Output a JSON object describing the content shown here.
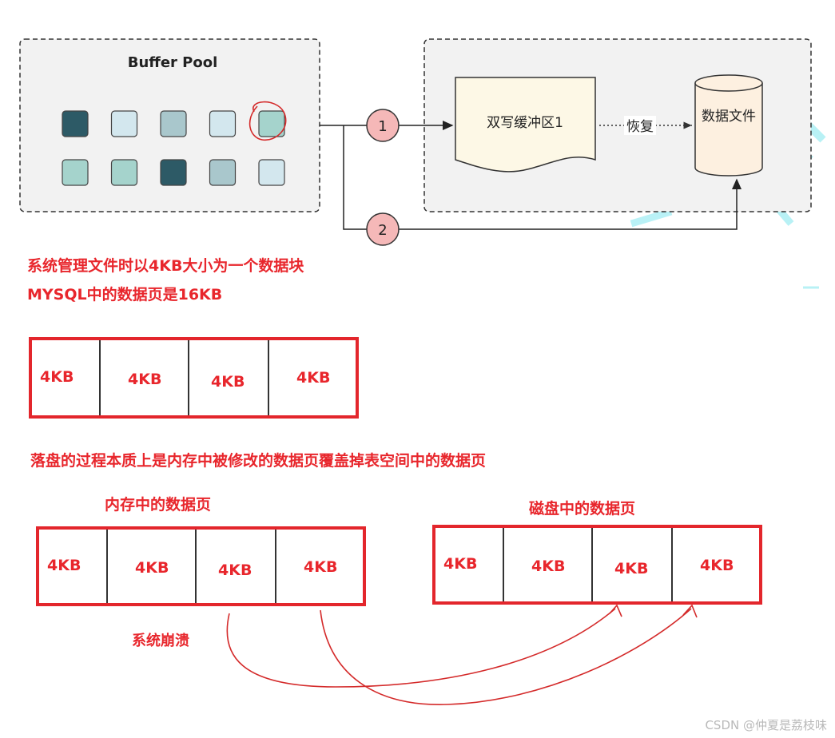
{
  "buffer_pool": {
    "title": "Buffer Pool",
    "pages": [
      {
        "row": 0,
        "col": 0,
        "color": "#2d5a66"
      },
      {
        "row": 0,
        "col": 1,
        "color": "#d3e7ee"
      },
      {
        "row": 0,
        "col": 2,
        "color": "#a9c7cc"
      },
      {
        "row": 0,
        "col": 3,
        "color": "#d3e7ee"
      },
      {
        "row": 0,
        "col": 4,
        "color": "#a5d3cc",
        "circled": true
      },
      {
        "row": 1,
        "col": 0,
        "color": "#a5d3cc"
      },
      {
        "row": 1,
        "col": 1,
        "color": "#a5d3cc"
      },
      {
        "row": 1,
        "col": 2,
        "color": "#2d5a66"
      },
      {
        "row": 1,
        "col": 3,
        "color": "#a9c7cc"
      },
      {
        "row": 1,
        "col": 4,
        "color": "#d3e7ee"
      }
    ]
  },
  "storage": {
    "doublewrite_label": "双写缓冲区1",
    "recover_label": "恢复",
    "datafile_label": "数据文件"
  },
  "steps": [
    {
      "label": "1"
    },
    {
      "label": "2"
    }
  ],
  "notes": {
    "line1": "系统管理文件时以4KB大小为一个数据块",
    "line2": "MYSQL中的数据页是16KB",
    "flush_note": "落盘的过程本质上是内存中被修改的数据页覆盖掉表空间中的数据页",
    "memory_page_title": "内存中的数据页",
    "disk_page_title": "磁盘中的数据页",
    "crash_label": "系统崩溃"
  },
  "block_rows": {
    "top": [
      "4KB",
      "4KB",
      "4KB",
      "4KB"
    ],
    "memory": [
      "4KB",
      "4KB",
      "4KB",
      "4KB"
    ],
    "disk": [
      "4KB",
      "4KB",
      "4KB",
      "4KB"
    ]
  },
  "watermark": "CSDN @仲夏是荔枝味",
  "colors": {
    "accent_red": "#e8262c",
    "step_circle_fill": "#f5b8b8",
    "panel_fill": "#f2f2f2",
    "doc_fill": "#fdf8e6"
  }
}
